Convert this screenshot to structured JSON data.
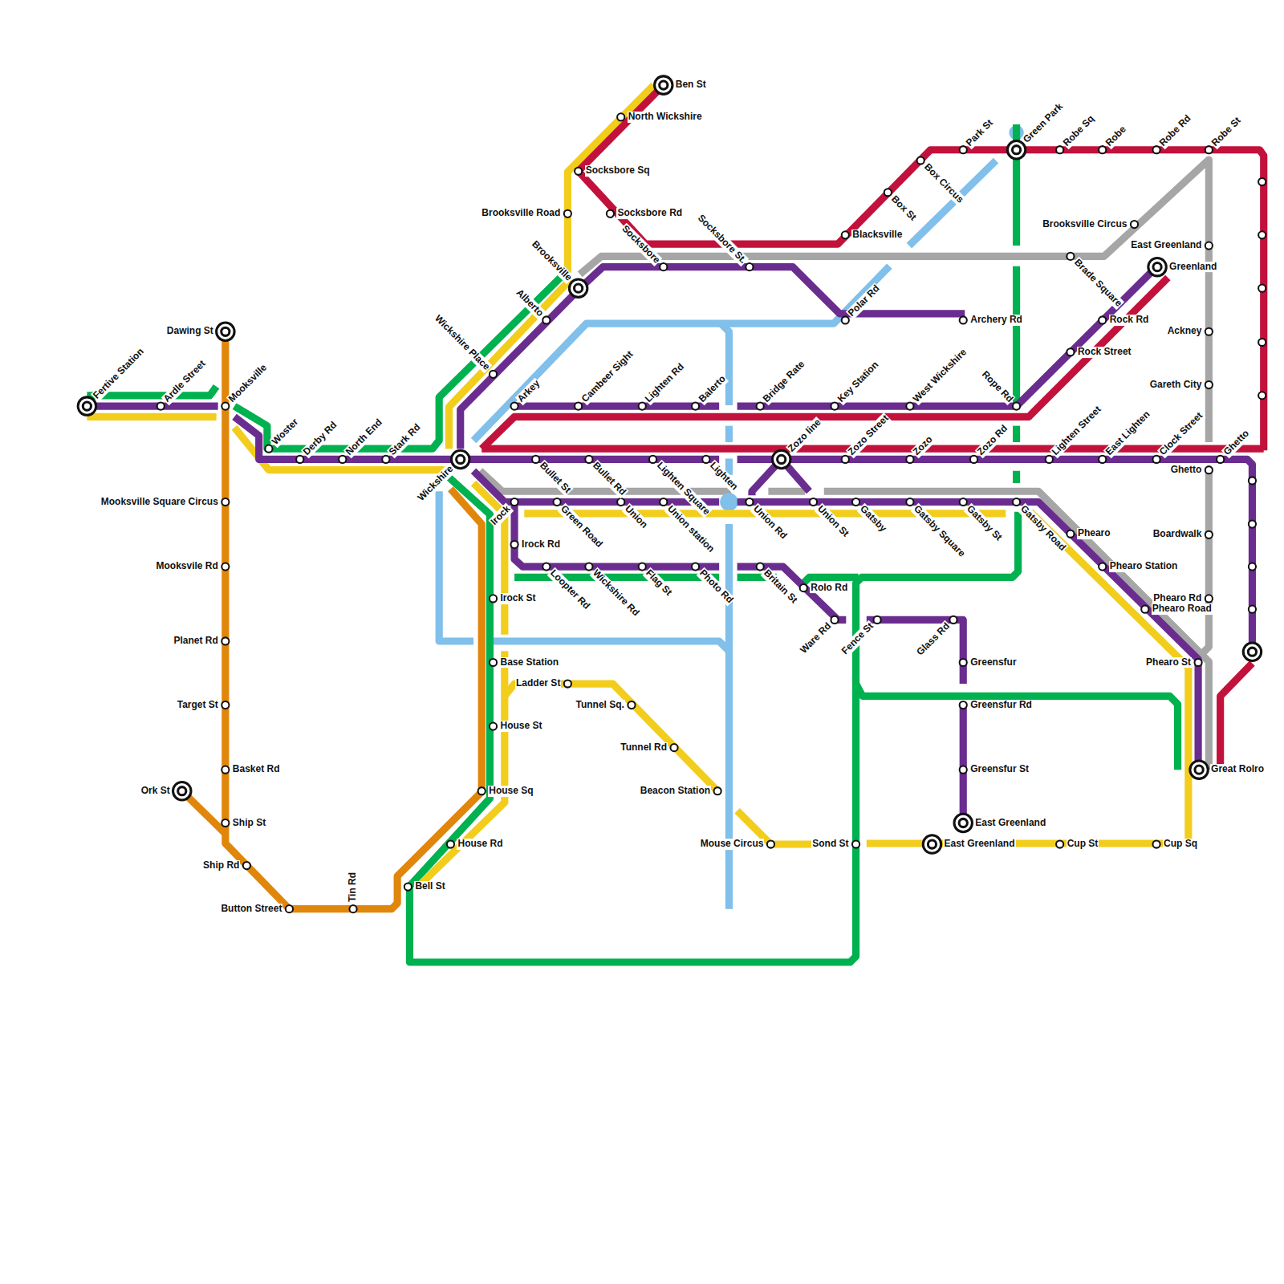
{
  "diagram": {
    "labels": [
      "Fertive Station",
      "Ardle Street",
      "Mooksville",
      "Dawing St",
      "Woster",
      "Derby Rd",
      "North End",
      "Stark Rd",
      "Mooksville Square Circus",
      "Mooksvile Rd",
      "Planet Rd",
      "Target St",
      "Basket Rd",
      "Ork St",
      "Ship St",
      "Ship Rd",
      "Button Street",
      "Tin Rd",
      "Wickshire",
      "Wickshire Place",
      "Alberto",
      "Brooksville",
      "Brooksville Road",
      "Socksbore Sq",
      "North Wickshire",
      "Ben St",
      "Socksbore Rd",
      "Socksbore",
      "Socksbore St.",
      "Arkey",
      "Cambeer Sight",
      "Lighten Rd",
      "Balerto",
      "Bridge Rate",
      "Key Station",
      "West Wickshire",
      "Rope Rd",
      "Polar Rd",
      "Archery Rd",
      "Blacksville",
      "Box St",
      "Box Circus",
      "Park St",
      "Green Park",
      "Robe Sq",
      "Robe",
      "Robe Rd",
      "Robe St",
      "Brooksville Circus",
      "Brade Square",
      "East Greenland",
      "Greenland",
      "Rock Rd",
      "Rock Street",
      "Ackney",
      "Gareth City",
      "Zozo line",
      "Zozo Street",
      "Zozo",
      "Zozo Rd",
      "Lighten Street",
      "East Lighten",
      "Clock Street",
      "Ghetto",
      "Ghetto",
      "Bullet St",
      "Bullet Rd",
      "Lighten Square",
      "Lighten",
      "Irock",
      "Green Road",
      "Union",
      "Union station",
      "Union Rd",
      "Union St",
      "Gatsby",
      "Gatsby Square",
      "Gatsby St",
      "Gatsby Road",
      "Irock Rd",
      "Loopter Rd",
      "Wickshire Rd",
      "Flag St",
      "Photo Rd",
      "Britain St",
      "Rolo Rd",
      "Ware Rd",
      "Fence St",
      "Glass Rd",
      "Greensfur",
      "Greensfur Rd",
      "Greensfur St",
      "East Greenland",
      "Irock St",
      "Base Station",
      "House St",
      "House Sq",
      "House Rd",
      "Bell St",
      "Ladder St",
      "Tunnel Sq.",
      "Tunnel Rd",
      "Beacon Station",
      "Mouse Circus",
      "Sond St",
      "East Greenland",
      "Cup St",
      "Cup Sq",
      "Phearo",
      "Phearo Station",
      "Boardwalk",
      "Phearo Rd",
      "Phearo Road",
      "Phearo St",
      "Great Rolro"
    ]
  }
}
